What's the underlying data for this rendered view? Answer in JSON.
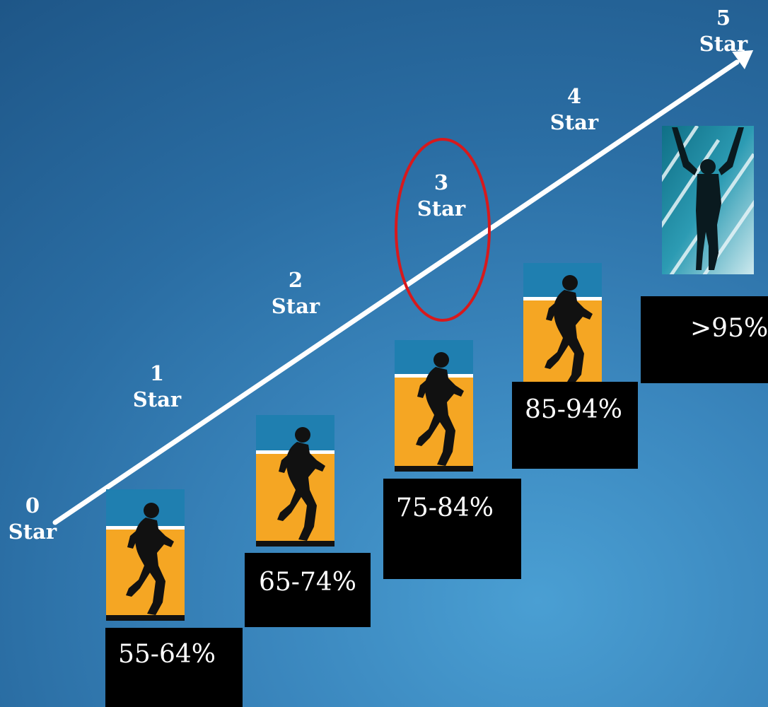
{
  "levels": [
    {
      "number": "0",
      "word": "Star"
    },
    {
      "number": "1",
      "word": "Star",
      "range": "55-64%"
    },
    {
      "number": "2",
      "word": "Star",
      "range": "65-74%"
    },
    {
      "number": "3",
      "word": "Star",
      "range": "75-84%"
    },
    {
      "number": "4",
      "word": "Star",
      "range": "85-94%"
    },
    {
      "number": "5",
      "word": "Star",
      "range": ">95%"
    }
  ],
  "highlighted_level": "3",
  "colors": {
    "arrow": "#ffffff",
    "highlight_ring": "#d7191c",
    "box_fill": "#000000",
    "runner_track": "#f5a623",
    "runner_sky": "#1f7fb0"
  },
  "icons": [
    "arrow-icon",
    "runner-icon",
    "finisher-icon"
  ]
}
